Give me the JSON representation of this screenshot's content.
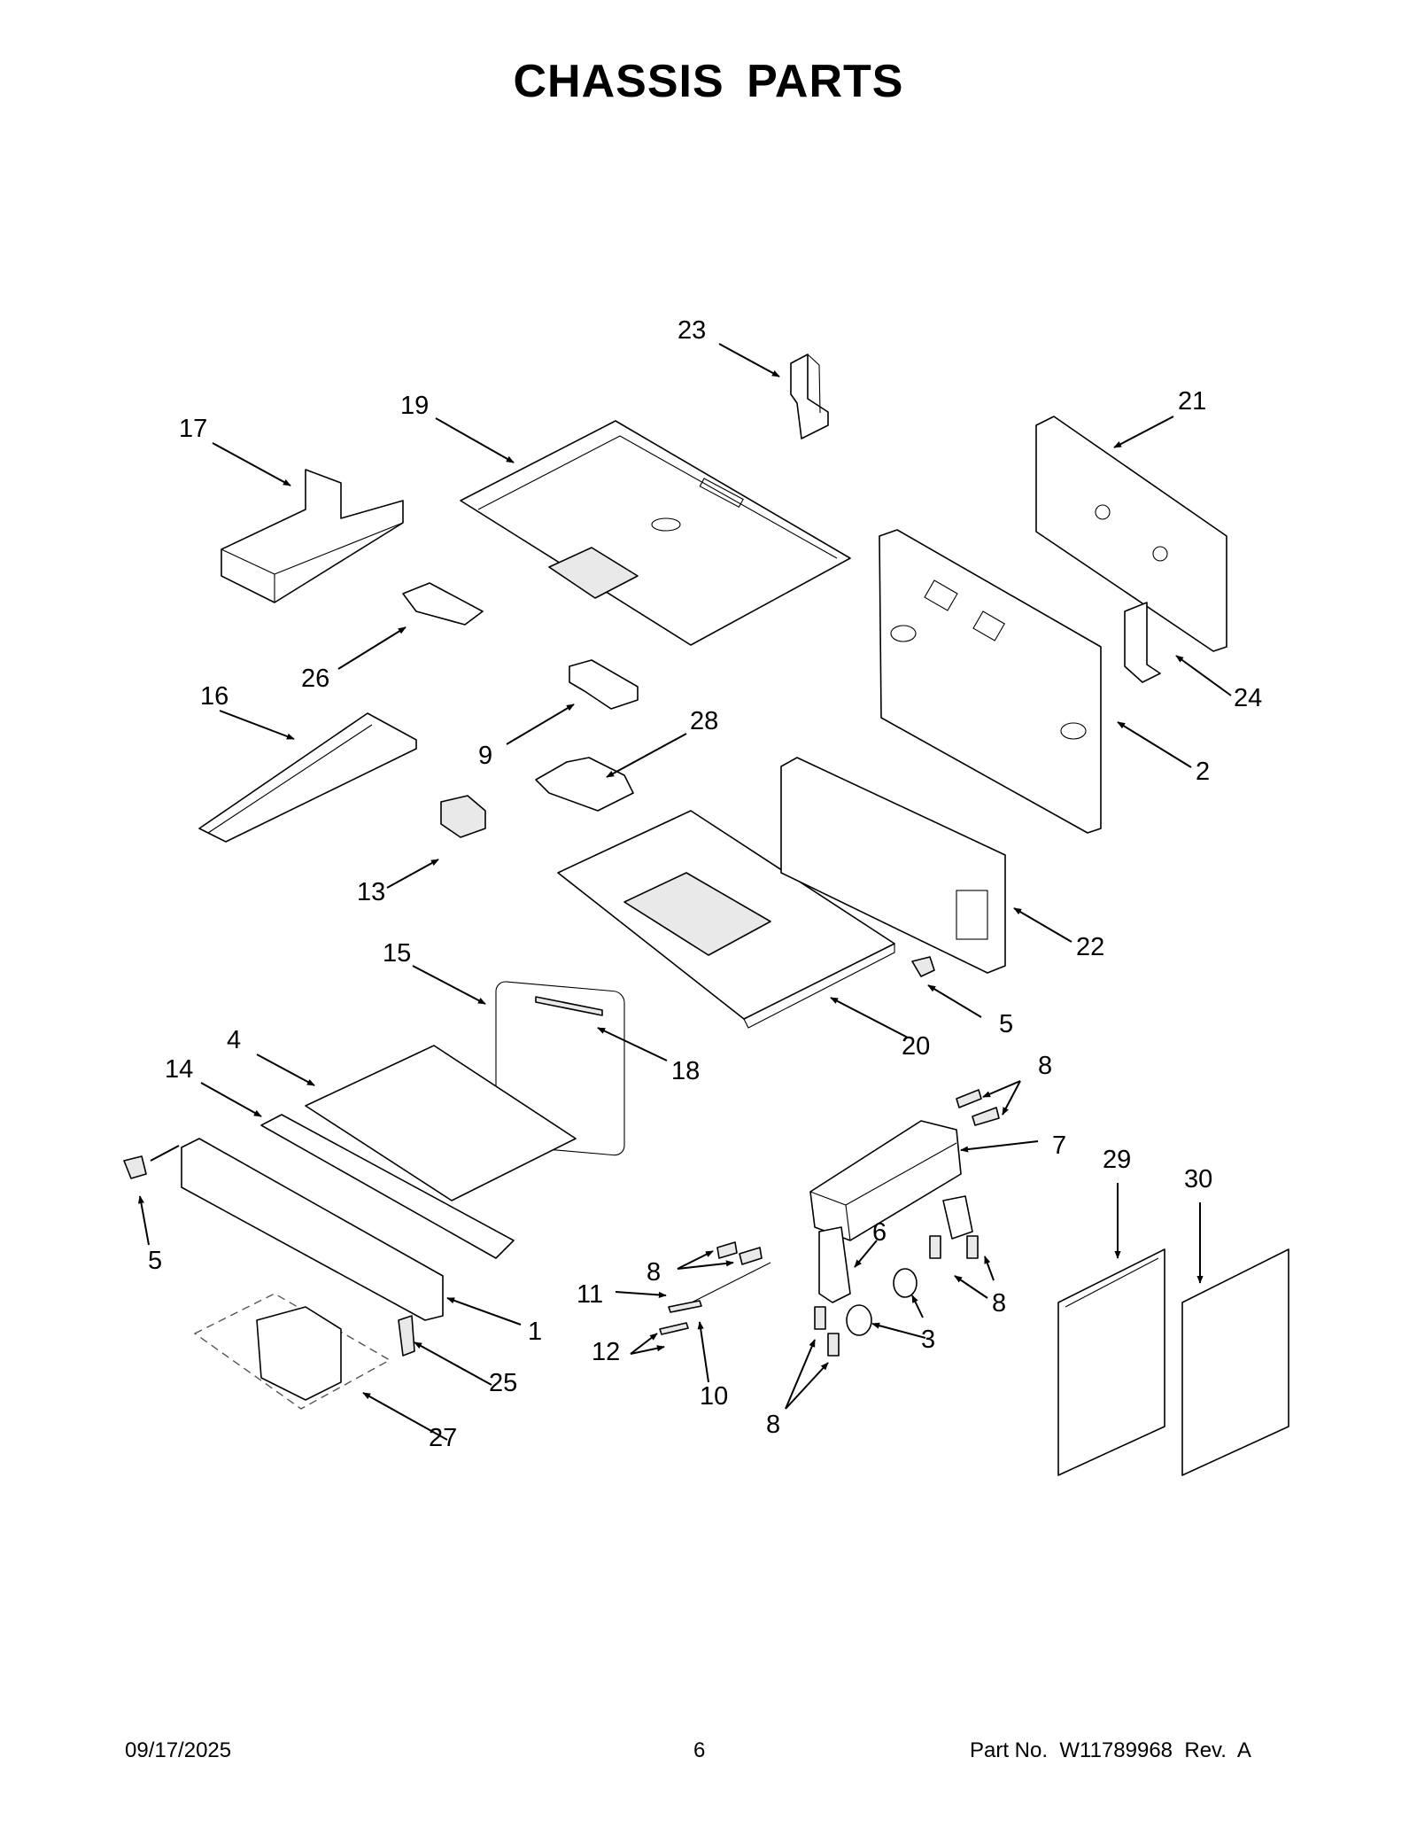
{
  "title": "CHASSIS PARTS",
  "footer": {
    "date": "09/17/2025",
    "page": "6",
    "part_no": "Part No.  W11789968  Rev.  A"
  },
  "callouts": {
    "c1": "1",
    "c2": "2",
    "c3": "3",
    "c4": "4",
    "c5a": "5",
    "c5b": "5",
    "c6": "6",
    "c7": "7",
    "c8a": "8",
    "c8b": "8",
    "c8c": "8",
    "c8d": "8",
    "c9": "9",
    "c10": "10",
    "c11": "11",
    "c12": "12",
    "c13": "13",
    "c14": "14",
    "c15": "15",
    "c16": "16",
    "c17": "17",
    "c18": "18",
    "c19": "19",
    "c20": "20",
    "c21": "21",
    "c22": "22",
    "c23": "23",
    "c24": "24",
    "c25": "25",
    "c26": "26",
    "c27": "27",
    "c28": "28",
    "c29": "29",
    "c30": "30"
  }
}
